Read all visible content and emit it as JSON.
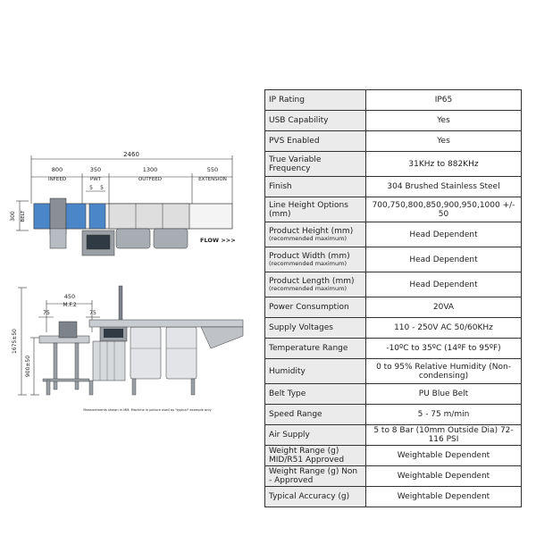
{
  "top_drawing": {
    "overall": "2460",
    "infeed_len": "800",
    "infeed_label": "INFEED",
    "pwt_len": "350",
    "pwt_label": "PWT",
    "outfeed_len": "1300",
    "outfeed_label": "OUTFEED",
    "ext_len": "550",
    "ext_label": "EXTENSION",
    "dim_small_a": "5",
    "dim_small_b": "5",
    "belt_width": "300",
    "belt_label": "BELT",
    "flow_label": "FLOW >>>"
  },
  "side_drawing": {
    "mf_len": "450",
    "mf_label": "M.F.2",
    "dim_a": "75",
    "dim_b": "75",
    "height_total": "1675±50",
    "height_belt": "900±50"
  },
  "footnote": "Measurements shown in MM, Machine in picture used as \"typical\" example only",
  "specs": [
    {
      "label": "IP Rating",
      "value": "IP65"
    },
    {
      "label": "USB Capability",
      "value": "Yes"
    },
    {
      "label": "PVS Enabled",
      "value": "Yes"
    },
    {
      "label": "True Variable Frequency",
      "value": "31KHz to 882KHz"
    },
    {
      "label": "Finish",
      "value": "304 Brushed Stainless Steel"
    },
    {
      "label": "Line Height Options (mm)",
      "value": "700,750,800,850,900,950,1000 +/- 50"
    },
    {
      "label": "Product Height (mm)",
      "sub": "(recommended maximum)",
      "value": "Head Dependent"
    },
    {
      "label": "Product Width (mm)",
      "sub": "(recommended maximum)",
      "value": "Head Dependent"
    },
    {
      "label": "Product Length (mm)",
      "sub": "(recommended maximum)",
      "value": "Head Dependent"
    },
    {
      "label": "Power Consumption",
      "value": "20VA"
    },
    {
      "label": "Supply Voltages",
      "value": "110 - 250V AC 50/60KHz"
    },
    {
      "label": "Temperature Range",
      "value": "-10ºC to 35ºC (14ºF to 95ºF)"
    },
    {
      "label": "Humidity",
      "value": "0 to 95% Relative Humidity (Non-condensing)"
    },
    {
      "label": "Belt Type",
      "value": "PU Blue Belt"
    },
    {
      "label": "Speed Range",
      "value": "5 - 75 m/min"
    },
    {
      "label": "Air Supply",
      "value": "5 to 8 Bar (10mm Outside Dia) 72-116 PSI"
    },
    {
      "label": "Weight Range (g) MID/R51 Approved",
      "value": "Weightable Dependent"
    },
    {
      "label": "Weight Range (g) Non - Approved",
      "value": "Weightable Dependent"
    },
    {
      "label": "Typical Accuracy (g)",
      "value": "Weightable Dependent"
    }
  ]
}
